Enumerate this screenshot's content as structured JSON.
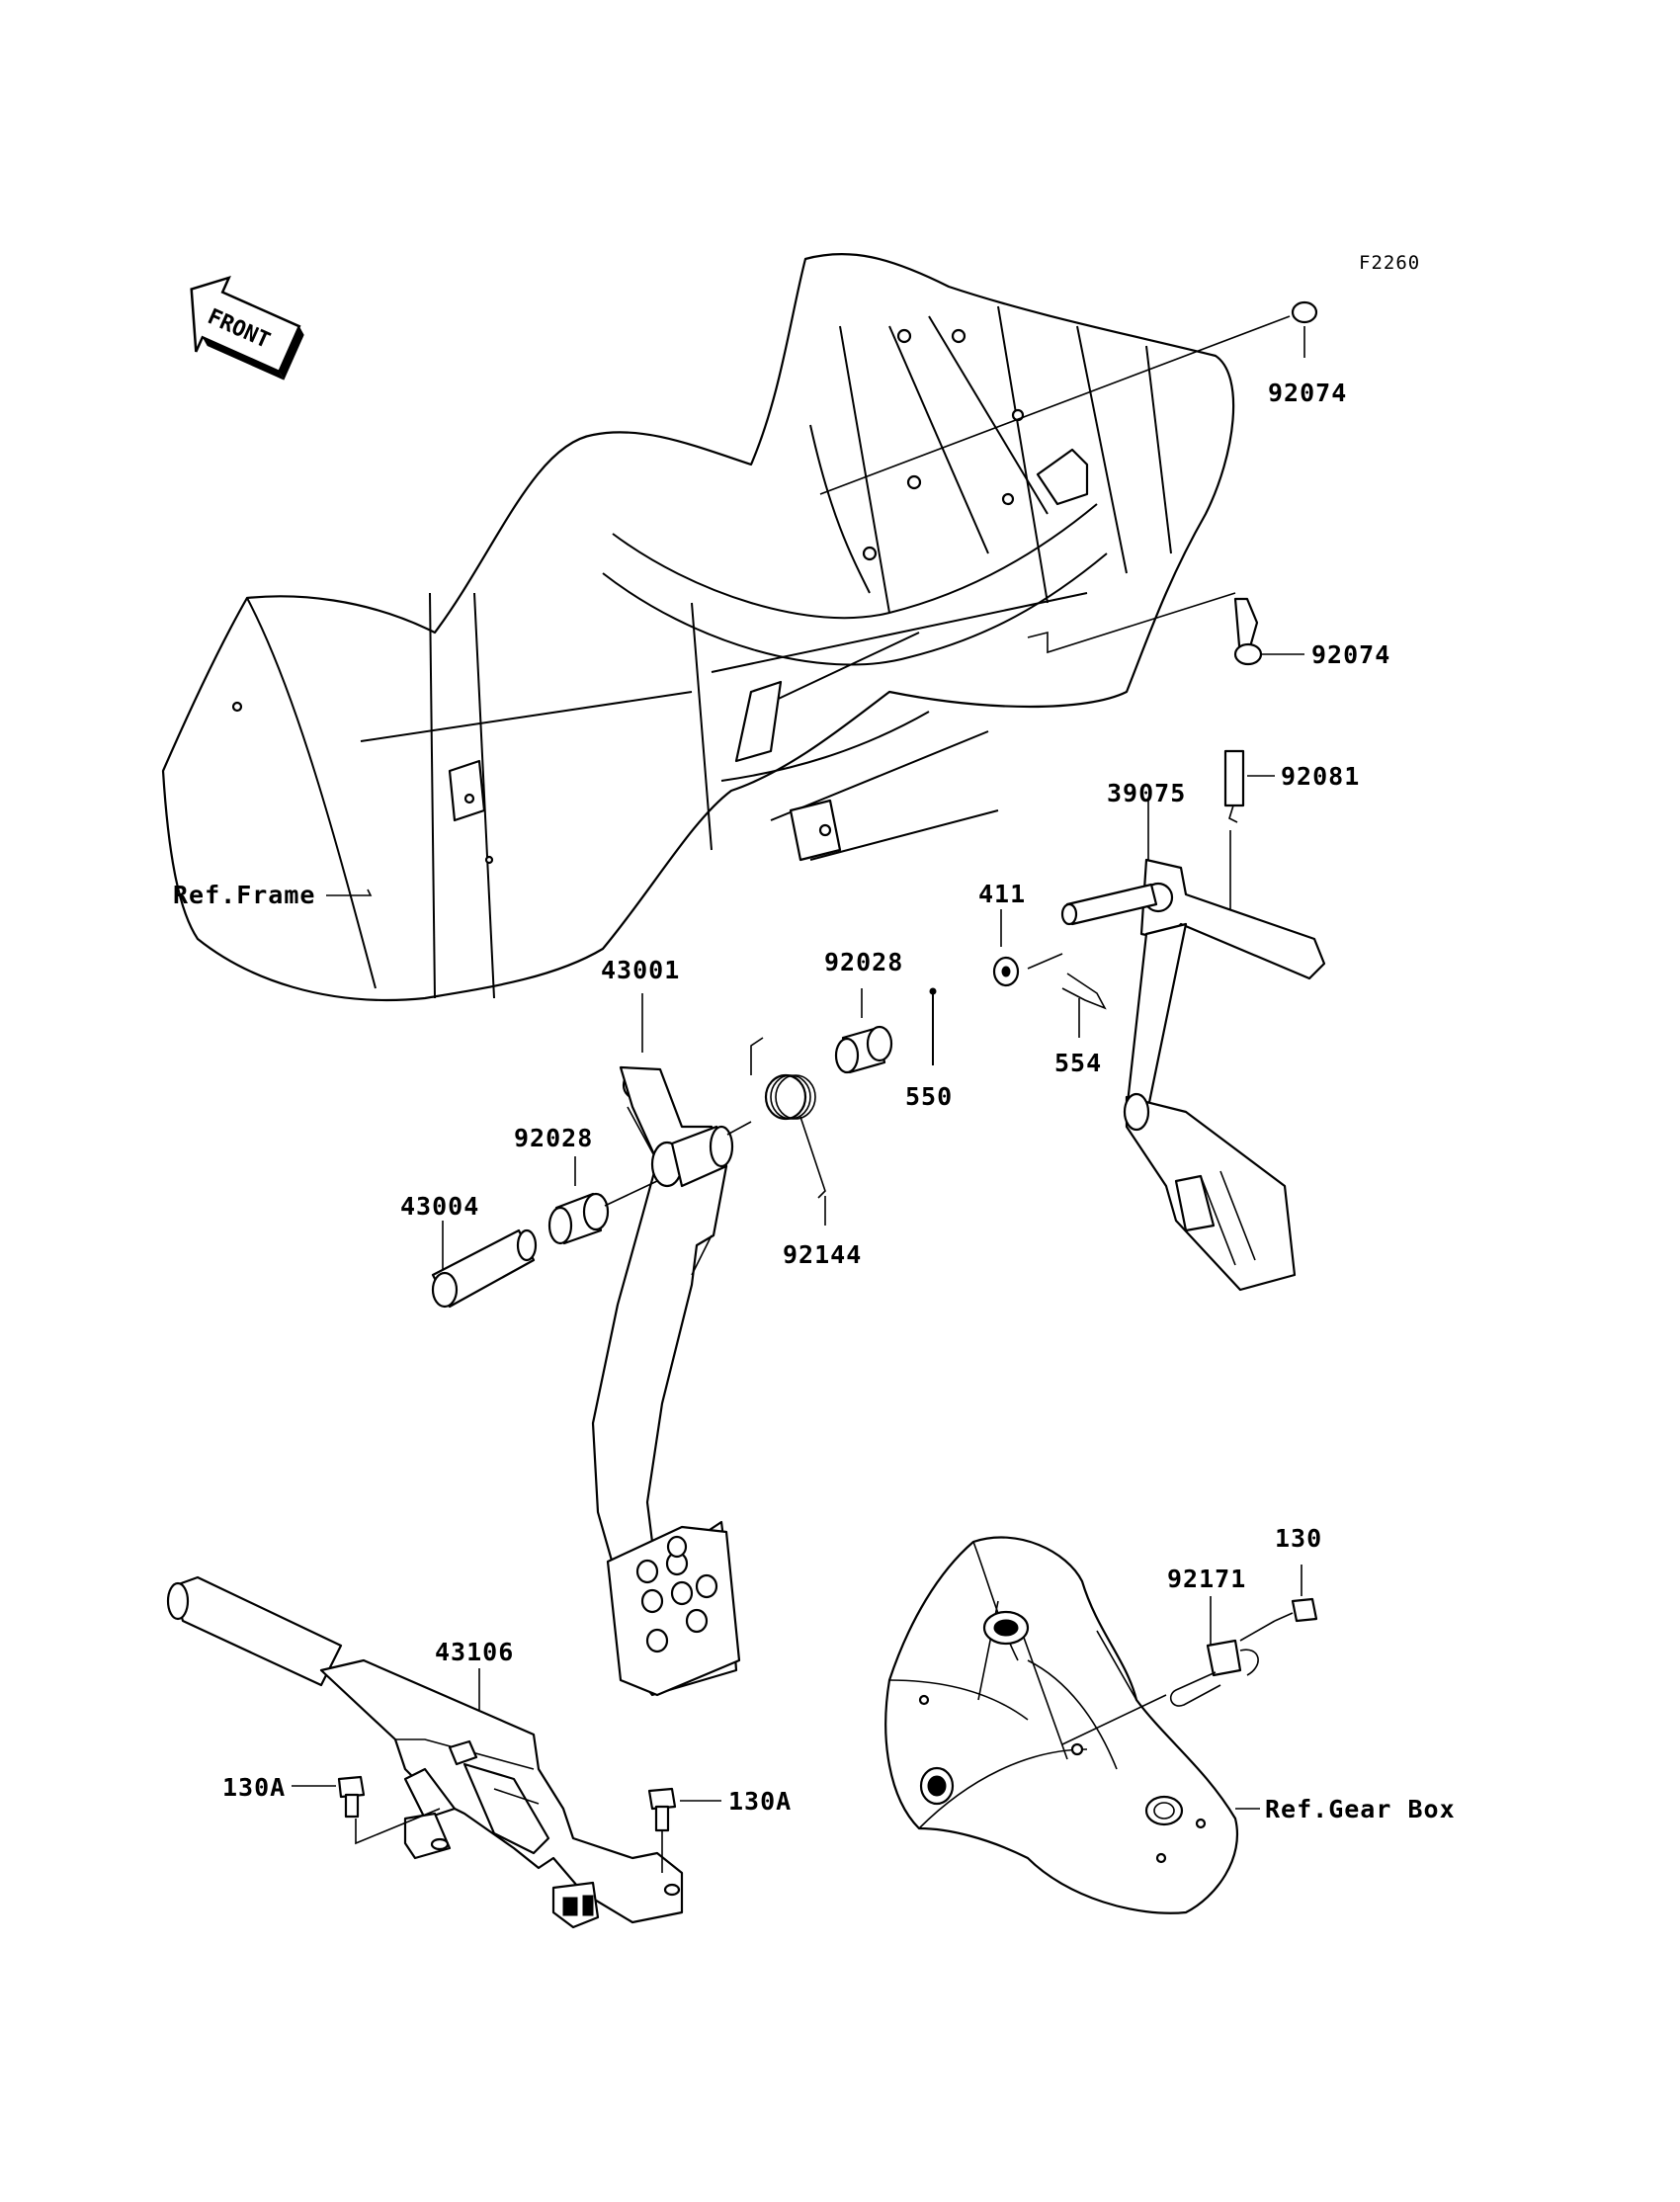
{
  "diagram": {
    "code": "F2260",
    "front_label": "FRONT",
    "labels": {
      "p92074a": "92074",
      "p92074b": "92074",
      "p92081": "92081",
      "p39075": "39075",
      "p411": "411",
      "p554": "554",
      "p550": "550",
      "p92028a": "92028",
      "p92028b": "92028",
      "p43001": "43001",
      "p92144": "92144",
      "p43004": "43004",
      "ref_frame": "Ref.Frame",
      "p43106": "43106",
      "p130Aa": "130A",
      "p130Ab": "130A",
      "p92171": "92171",
      "p130": "130",
      "ref_gearbox": "Ref.Gear Box"
    }
  }
}
